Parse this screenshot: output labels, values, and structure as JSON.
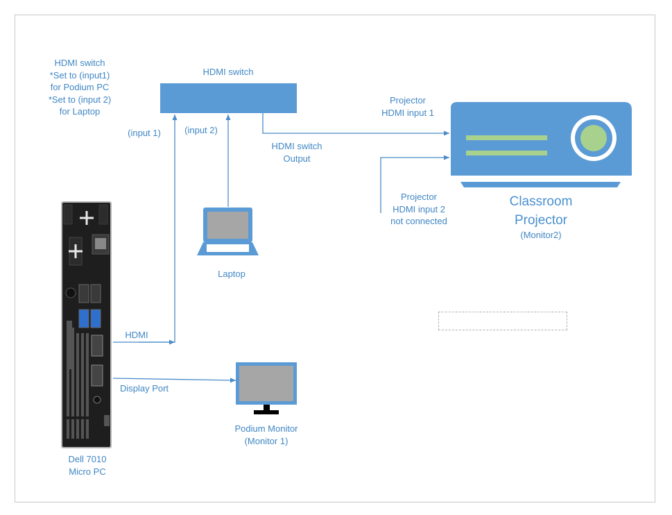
{
  "colors": {
    "line": "#4a8cca",
    "accent": "#5b9bd5",
    "green": "#a9d18e",
    "screen": "#a6a6a6",
    "pc_body": "#1e1e1e"
  },
  "labels": {
    "switch_note": [
      "HDMI switch",
      "*Set to (input1)",
      "for Podium PC",
      "*Set to (input 2)",
      "for Laptop"
    ],
    "switch_title": "HDMI switch",
    "input1": "(input 1)",
    "input2": "(input 2)",
    "switch_output": [
      "HDMI switch",
      "Output"
    ],
    "proj_in1": [
      "Projector",
      "HDMI input 1"
    ],
    "proj_in2": [
      "Projector",
      "HDMI input 2",
      "not connected"
    ],
    "projector_name": [
      "Classroom",
      "Projector"
    ],
    "projector_sub": "(Monitor2)",
    "laptop": "Laptop",
    "hdmi": "HDMI",
    "display_port": "Display Port",
    "podium_monitor": [
      "Podium Monitor",
      "(Monitor 1)"
    ],
    "pc_name": [
      "Dell 7010",
      "Micro PC"
    ]
  }
}
